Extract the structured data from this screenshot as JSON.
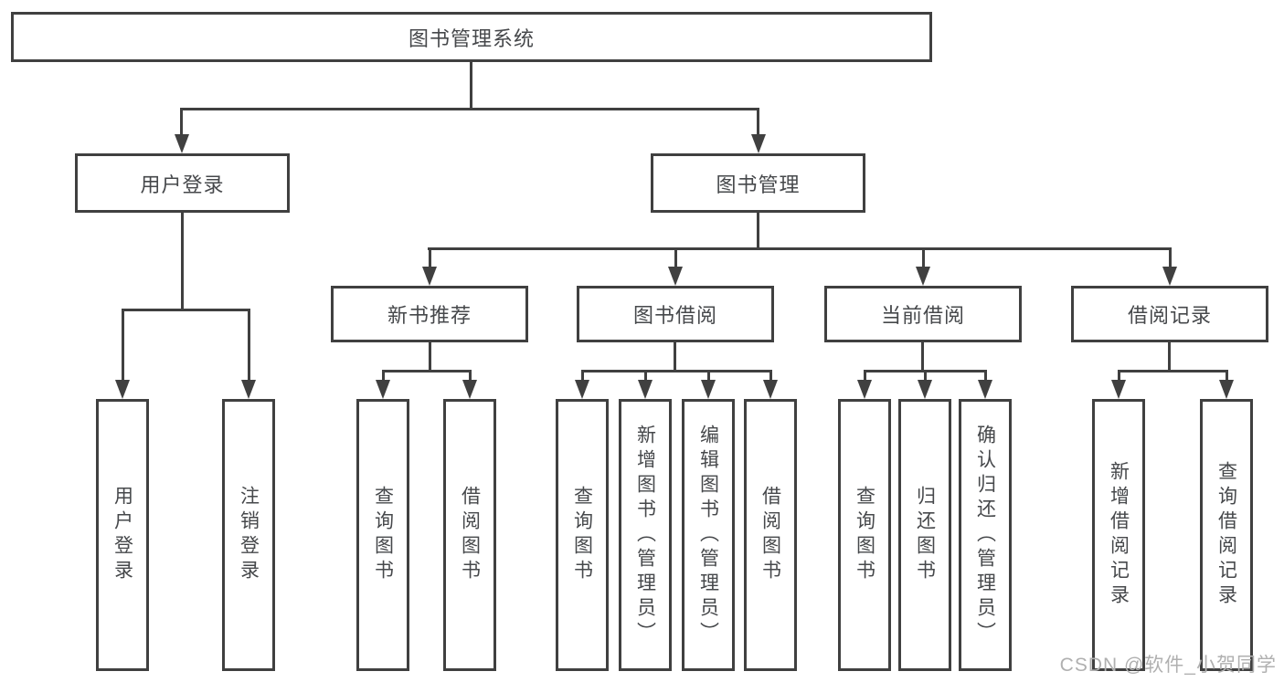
{
  "colors": {
    "line": "#404040",
    "box_border": "#404040",
    "box_background": "#ffffff",
    "text": "#46484b",
    "watermark_text": "#b0b0b0",
    "page_background": "#ffffff"
  },
  "chart_data": {
    "type": "table",
    "title": "图书管理系统功能结构图"
  },
  "tree": {
    "root": {
      "label": "图书管理系统",
      "children": [
        {
          "label": "用户登录",
          "children": [
            {
              "label": "用户登录"
            },
            {
              "label": "注销登录"
            }
          ]
        },
        {
          "label": "图书管理",
          "children": [
            {
              "label": "新书推荐",
              "children": [
                {
                  "label": "查询图书"
                },
                {
                  "label": "借阅图书"
                }
              ]
            },
            {
              "label": "图书借阅",
              "children": [
                {
                  "label": "查询图书"
                },
                {
                  "label": "新增图书（管理员）"
                },
                {
                  "label": "编辑图书（管理员）"
                },
                {
                  "label": "借阅图书"
                }
              ]
            },
            {
              "label": "当前借阅",
              "children": [
                {
                  "label": "查询图书"
                },
                {
                  "label": "归还图书"
                },
                {
                  "label": "确认归还（管理员）"
                }
              ]
            },
            {
              "label": "借阅记录",
              "children": [
                {
                  "label": "新增借阅记录"
                },
                {
                  "label": "查询借阅记录"
                }
              ]
            }
          ]
        }
      ]
    }
  },
  "watermark": {
    "text": "CSDN @软件_小贺同学"
  }
}
